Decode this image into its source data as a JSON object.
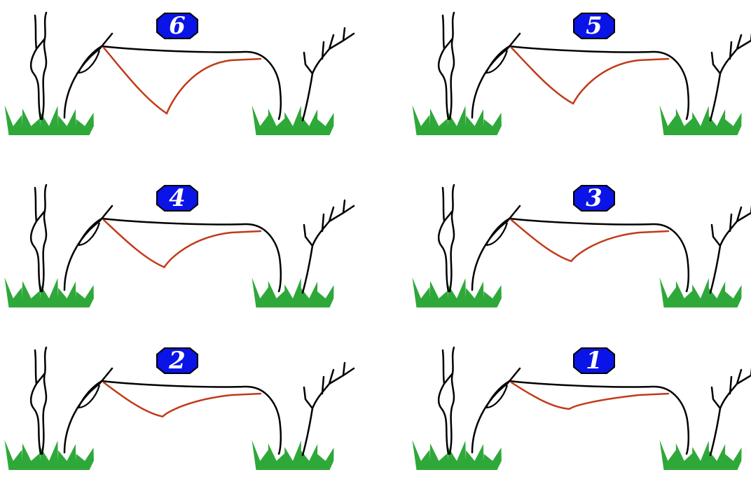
{
  "colors": {
    "badge_fill": "#0a14e6",
    "badge_border": "#000000",
    "badge_text": "#ffffff",
    "line": "#000000",
    "red_line": "#c23a1a",
    "grass": "#2fa83a"
  },
  "panels": [
    {
      "label": "6",
      "sag": 1.0
    },
    {
      "label": "5",
      "sag": 0.82
    },
    {
      "label": "4",
      "sag": 0.66
    },
    {
      "label": "3",
      "sag": 0.55
    },
    {
      "label": "2",
      "sag": 0.42
    },
    {
      "label": "1",
      "sag": 0.28
    }
  ]
}
